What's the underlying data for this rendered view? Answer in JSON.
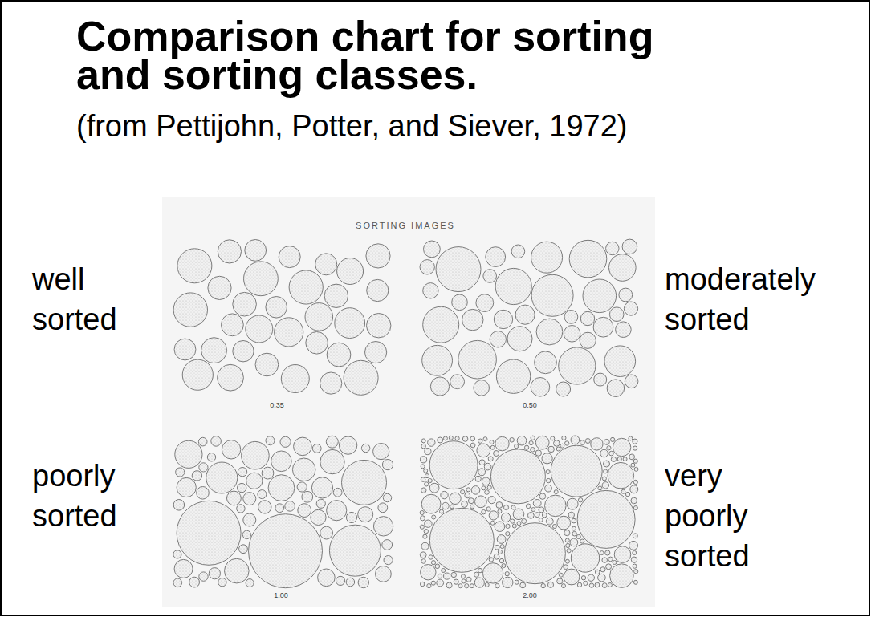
{
  "diagram": {
    "title": "Comparison chart for sorting and sorting classes.",
    "labels": [
      "(from Pettijohn, Potter, and Siever, 1972)",
      "SORTING IMAGES",
      "well sorted",
      "0.35",
      "moderately sorted",
      "0.50",
      "poorly sorted",
      "1.00",
      "very poorly sorted",
      "2.00"
    ]
  }
}
